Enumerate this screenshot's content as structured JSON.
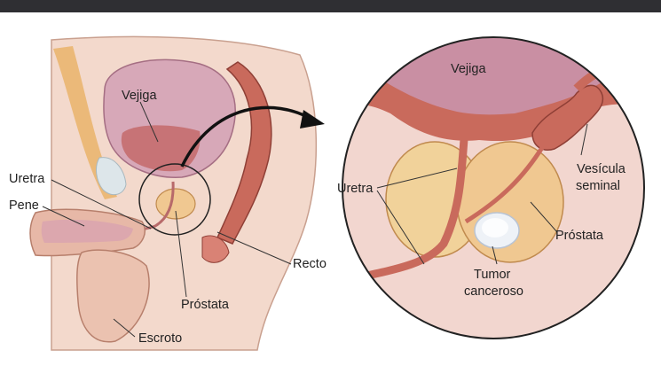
{
  "labels": {
    "left": {
      "vejiga": "Vejiga",
      "uretra": "Uretra",
      "pene": "Pene",
      "prostata": "Próstata",
      "recto": "Recto",
      "escroto": "Escroto"
    },
    "right": {
      "vejiga": "Vejiga",
      "uretra": "Uretra",
      "vesicula_line1": "Vesícula",
      "vesicula_line2": "seminal",
      "prostata": "Próstata",
      "tumor_line1": "Tumor",
      "tumor_line2": "canceroso"
    }
  },
  "colors": {
    "skin": "#f3d9cc",
    "bladder": "#c98fa3",
    "muscle": "#c96a5c",
    "prostate": "#f0c891",
    "tumor": "#eef2f7",
    "circle_bg": "#f2d6cf",
    "arrow": "#111111"
  }
}
